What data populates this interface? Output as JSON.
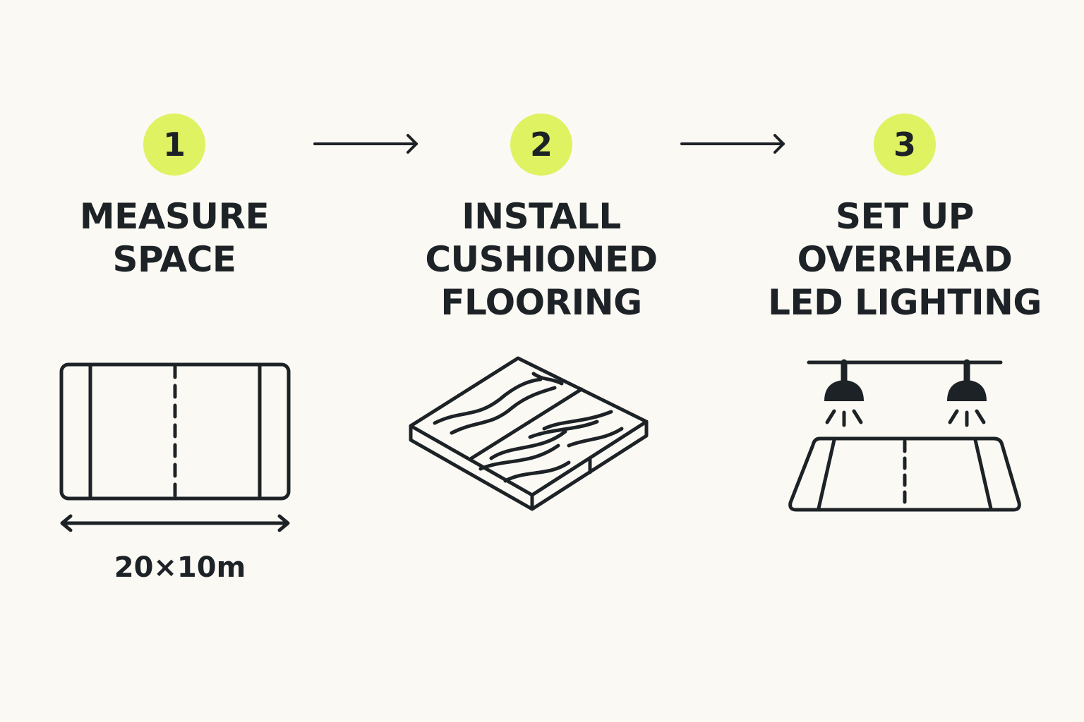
{
  "colors": {
    "background": "#fbf9f4",
    "badge": "#dff261",
    "ink": "#1d2226"
  },
  "steps": [
    {
      "number": "1",
      "title": "MEASURE\nSPACE",
      "icon": "court-outline-icon",
      "measurement": "20×10m"
    },
    {
      "number": "2",
      "title": "INSTALL\nCUSHIONED\nFLOORING",
      "icon": "floor-panels-icon"
    },
    {
      "number": "3",
      "title": "SET UP\nOVERHEAD\nLED LIGHTING",
      "icon": "overhead-lights-icon"
    }
  ],
  "connectors": [
    "arrow-right-icon",
    "arrow-right-icon"
  ]
}
